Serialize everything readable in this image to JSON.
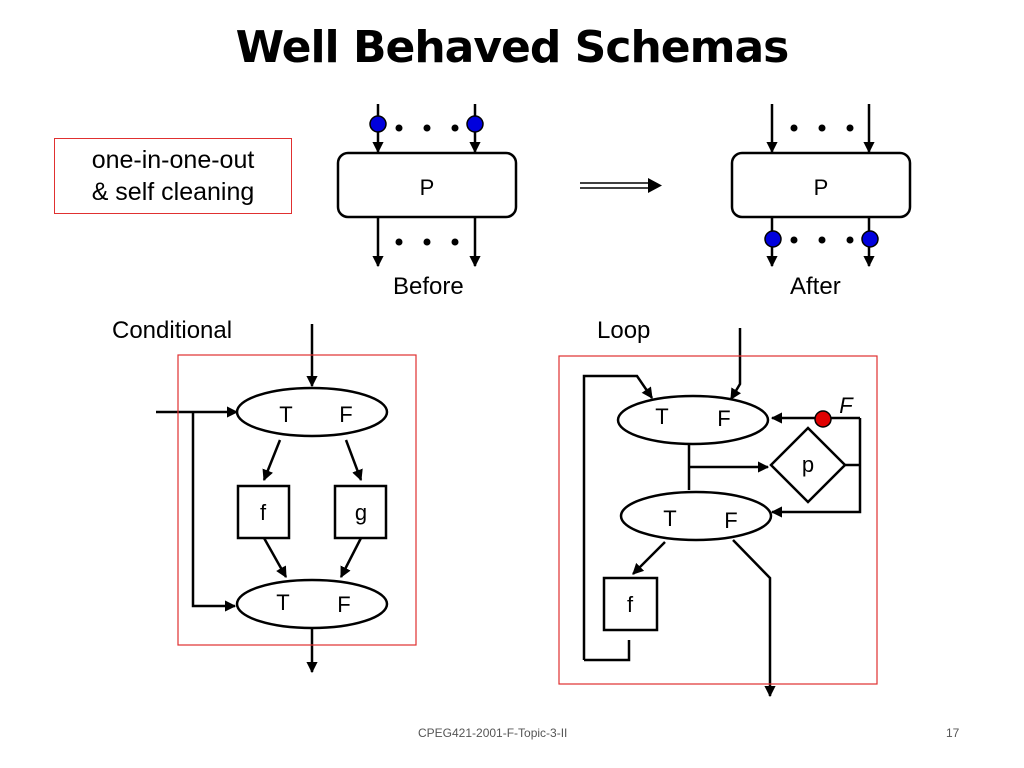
{
  "slide": {
    "title": "Well Behaved Schemas",
    "callout_line1": "one-in-one-out",
    "callout_line2": "& self cleaning",
    "before_label": "Before",
    "after_label": "After",
    "conditional_label": "Conditional",
    "loop_label": "Loop",
    "footer_text": "CPEG421-2001-F-Topic-3-II",
    "page_number": "17"
  },
  "schema": {
    "before_box": "P",
    "after_box": "P",
    "cond_top_t": "T",
    "cond_top_f": "F",
    "cond_box_f": "f",
    "cond_box_g": "g",
    "cond_bottom_t": "T",
    "cond_bottom_f": "F",
    "loop_top_t": "T",
    "loop_top_f": "F",
    "loop_diamond": "p",
    "loop_mid_t": "T",
    "loop_mid_f": "F",
    "loop_box_f": "f",
    "loop_token_label": "F"
  },
  "colors": {
    "token_blue": "#0000dd",
    "token_red": "#e00000",
    "frame_red": "#e03030"
  }
}
